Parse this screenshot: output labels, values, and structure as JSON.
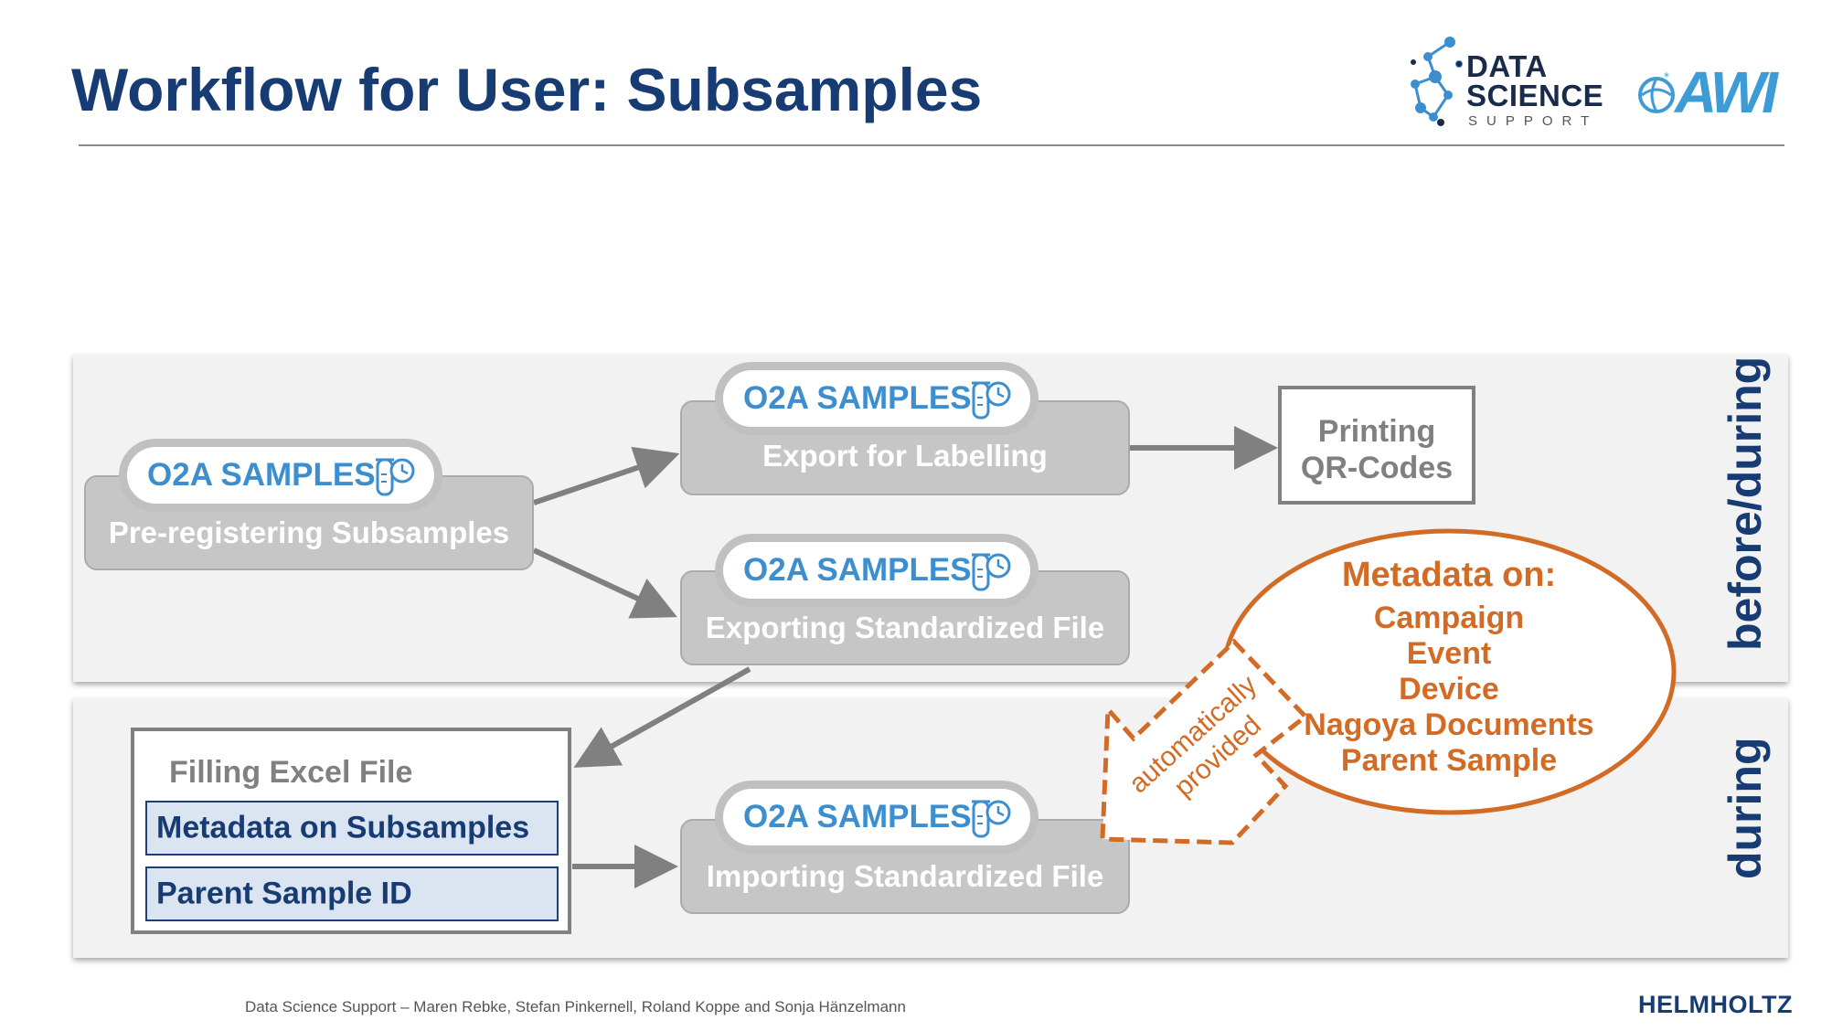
{
  "title": "Workflow for User: Subsamples",
  "logos": {
    "dss_line1": "DATA",
    "dss_line2": "SCIENCE",
    "dss_line3": "SUPPORT",
    "awi": "AWI"
  },
  "bands": {
    "top_label": "before/during",
    "bottom_label": "during"
  },
  "badge": "O2A SAMPLES",
  "steps": {
    "preregister": "Pre-registering Subsamples",
    "export_labelling": "Export for Labelling",
    "export_standard": "Exporting Standardized File",
    "import_standard": "Importing Standardized File"
  },
  "printing": {
    "line1": "Printing",
    "line2": "QR-Codes"
  },
  "excel": {
    "title": "Filling Excel File",
    "field1": "Metadata on Subsamples",
    "field2": "Parent Sample ID"
  },
  "metadata": {
    "title": "Metadata on:",
    "items": [
      "Campaign",
      "Event",
      "Device",
      "Nagoya Documents",
      "Parent Sample"
    ]
  },
  "auto_arrow": {
    "line1": "automatically",
    "line2": "provided"
  },
  "footer": "Data Science Support – Maren Rebke, Stefan Pinkernell, Roland Koppe and Sonja Hänzelmann",
  "brand": "HELMHOLTZ",
  "colors": {
    "navy": "#173b73",
    "accent_blue": "#3d8ecf",
    "orange": "#d26b25",
    "box_gray": "#c6c6c6"
  }
}
